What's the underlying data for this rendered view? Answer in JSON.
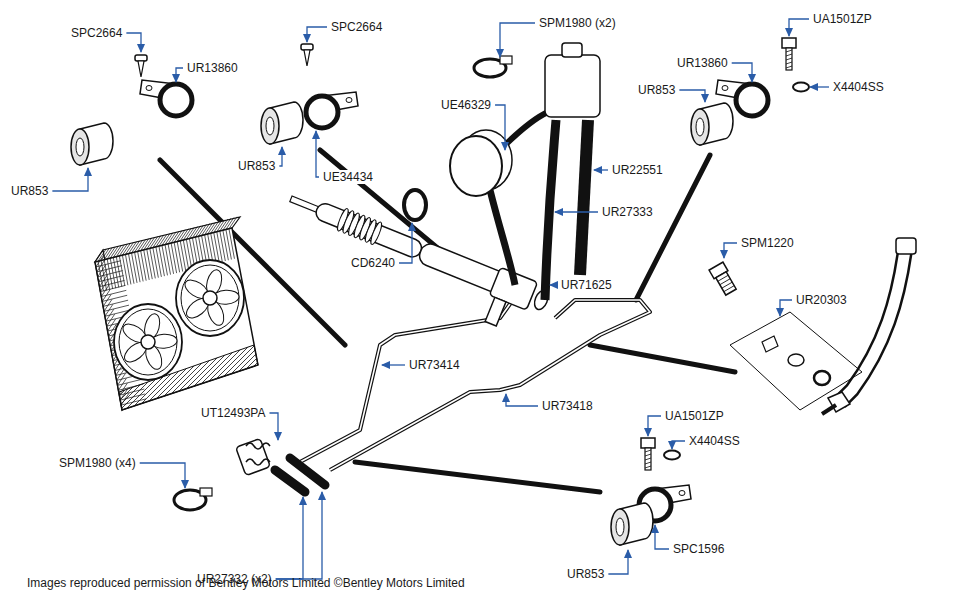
{
  "diagram": {
    "caption": "Images reproduced permission of Bentley Motors Limited ©Bentley Motors Limited",
    "labels": [
      "SPC2664",
      "UR13860",
      "SPC2664",
      "SPM1980 (x2)",
      "UA1501ZP",
      "UR13860",
      "UR853",
      "X4404SS",
      "UR853",
      "UR853",
      "UE34434",
      "UE46329",
      "UR22551",
      "UR27333",
      "CD6240",
      "UR71625",
      "SPM1220",
      "UR20303",
      "UR73414",
      "UR73418",
      "UT12493PA",
      "UA1501ZP",
      "X4404SS",
      "SPM1980 (x4)",
      "UR27332 (x2)",
      "UR853",
      "SPC1596"
    ]
  }
}
